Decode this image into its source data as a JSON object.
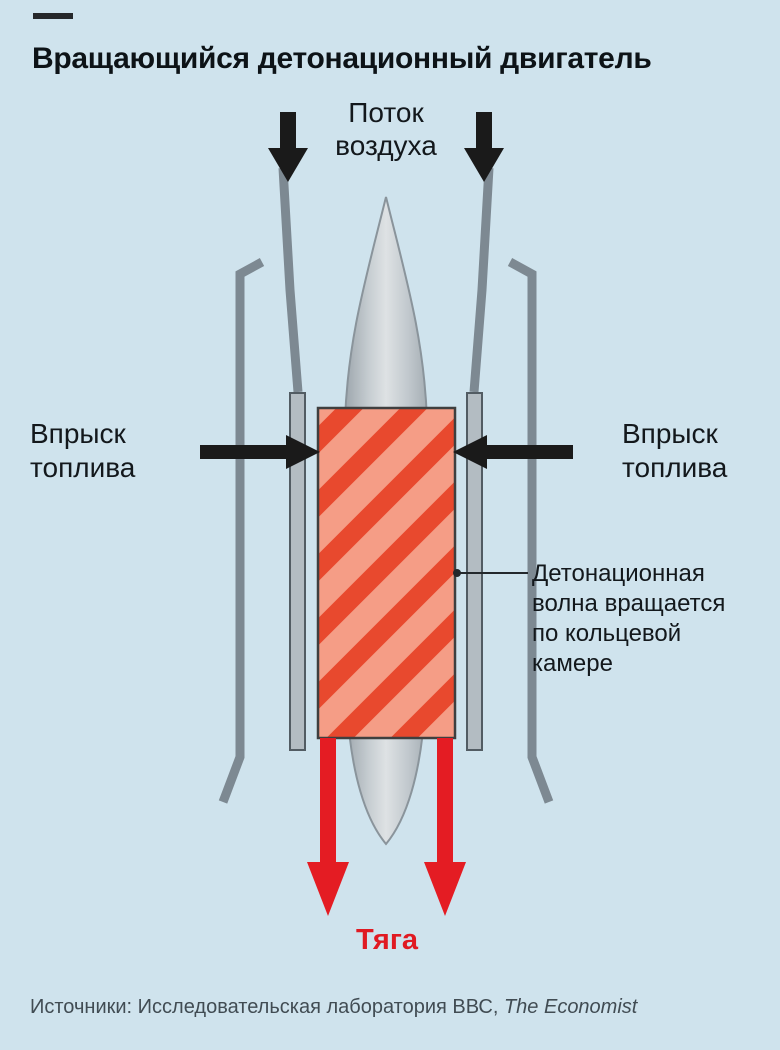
{
  "header": {
    "title": "Вращающийся детонационный двигатель"
  },
  "labels": {
    "air_flow_lines": [
      "Поток",
      "воздуха"
    ],
    "fuel_left_lines": [
      "Впрыск",
      "топлива"
    ],
    "fuel_right_lines": [
      "Впрыск",
      "топлива"
    ],
    "wave_note_lines": [
      "Детонационная",
      "волна вращается",
      "по кольцевой",
      "камере"
    ],
    "thrust": "Тяга"
  },
  "footer": {
    "sources_prefix": "Источники: Исследовательская лаборатория ВВС, ",
    "sources_italic": "The Economist"
  },
  "colors": {
    "background": "#cfe3ed",
    "chamber_red": "#e8492e",
    "hatch_salmon": "#f59d86",
    "thrust_red": "#e41c23",
    "arrow_black": "#1a1a1a",
    "wall_gray": "#7d8992",
    "text_dark": "#13181c",
    "source_gray": "#414c53"
  }
}
